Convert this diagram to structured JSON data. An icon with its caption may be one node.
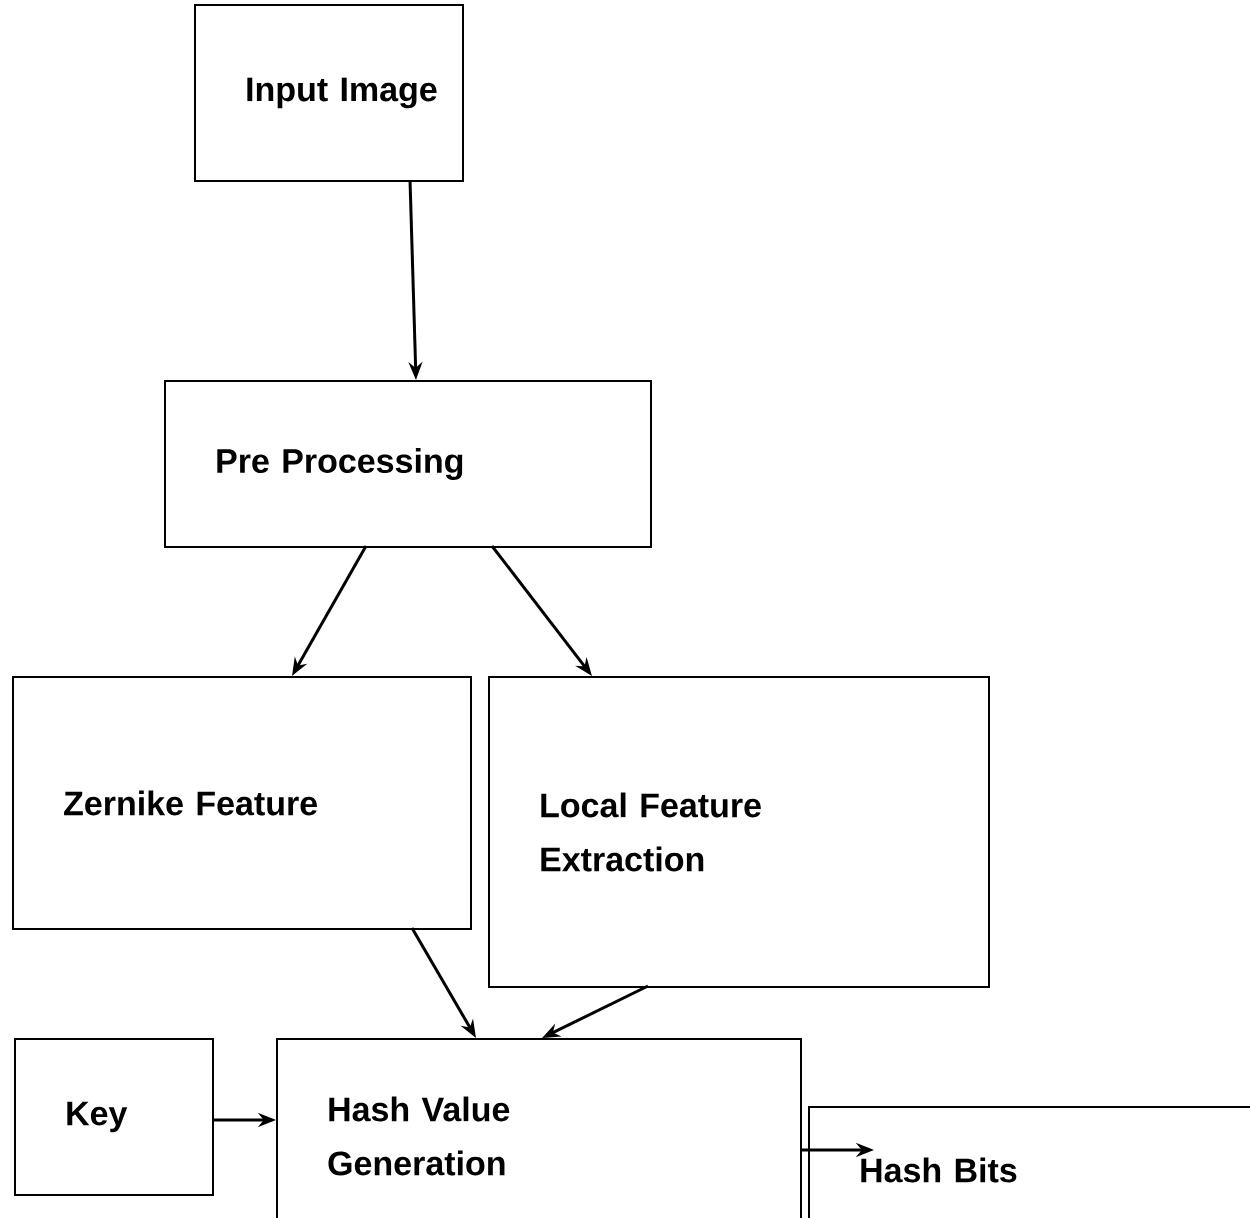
{
  "diagram": {
    "nodes": [
      {
        "text": [
          "Input Image"
        ]
      },
      {
        "text": [
          "Pre Processing"
        ]
      },
      {
        "text": [
          "Zernike Feature"
        ]
      },
      {
        "text": [
          "Local Feature Extraction"
        ]
      },
      {
        "text": [
          "Key"
        ]
      },
      {
        "text": [
          "Hash Value Generation"
        ]
      },
      {
        "text": [
          "Hash Bits"
        ]
      }
    ],
    "edges": [
      {
        "from": 0,
        "to": 1,
        "arrow": "to"
      },
      {
        "from": 1,
        "to": 2,
        "arrow": "to"
      },
      {
        "from": 1,
        "to": 3,
        "arrow": "to"
      },
      {
        "from": 2,
        "to": 5,
        "arrow": "to"
      },
      {
        "from": 3,
        "to": 5,
        "arrow": "to"
      },
      {
        "from": 4,
        "to": 5,
        "arrow": "to"
      },
      {
        "from": 5,
        "to": 6,
        "arrow": "to"
      }
    ]
  }
}
